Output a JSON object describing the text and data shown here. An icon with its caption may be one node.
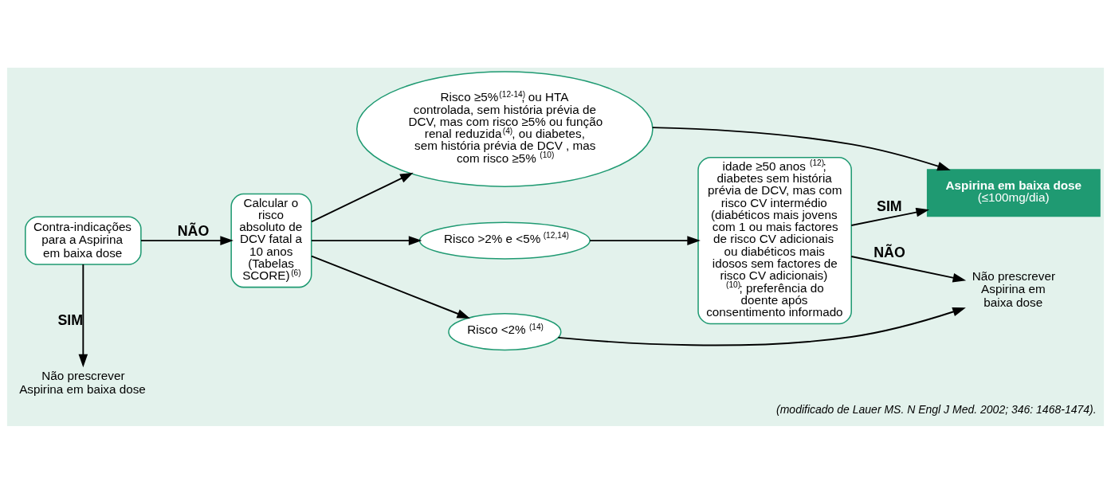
{
  "diagram": {
    "caption": "(modificado de Lauer MS. N Engl J Med. 2002; 346: 1468-1474).",
    "nodes": [
      {
        "text": [
          "Contra-indicações para a Aspirina em baixa dose"
        ]
      },
      {
        "text": [
          "Não prescrever Aspirina em baixa dose"
        ]
      },
      {
        "text": [
          "Calcular o risco absoluto de DCV fatal a 10 anos (Tabelas SCORE)$^{(6)}$"
        ]
      },
      {
        "text": [
          "Risco ≥5%$^{(12-14)}$, ou HTA controlada, sem história prévia de DCV, mas com risco ≥5% ou função renal reduzida$^{(4)}$, ou diabetes, sem história prévia de DCV , mas com risco ≥5% $^{(10)}$"
        ]
      },
      {
        "text": [
          "Risco >2% e <5% $^{(12,14)}$"
        ]
      },
      {
        "text": [
          "Risco <2% $^{(14)}$"
        ]
      },
      {
        "text": [
          "Aspirina em baixa dose",
          "(≤100mg/dia)"
        ]
      },
      {
        "text": [
          "idade ≥50 anos $^{(12)}$; diabetes sem história prévia de DCV, mas com risco CV intermédio (diabéticos mais jovens com 1 ou mais factores de risco CV adicionais ou diabéticos mais idosos sem factores de risco CV adicionais) $^{(10)}$; preferência do doente após consentimento informado"
        ]
      },
      {
        "text": [
          "Não prescrever Aspirina em baixa dose"
        ]
      }
    ],
    "edges": [
      {
        "from": 0,
        "to": 1,
        "arrow": "to",
        "label": "SIM"
      },
      {
        "from": 0,
        "to": 2,
        "arrow": "to",
        "label": "NÃO"
      },
      {
        "from": 2,
        "to": 3,
        "arrow": "to"
      },
      {
        "from": 2,
        "to": 4,
        "arrow": "to"
      },
      {
        "from": 2,
        "to": 5,
        "arrow": "to"
      },
      {
        "from": 3,
        "to": 6,
        "arrow": "to"
      },
      {
        "from": 4,
        "to": 7,
        "arrow": "to"
      },
      {
        "from": 7,
        "to": 6,
        "arrow": "to",
        "label": "SIM"
      },
      {
        "from": 7,
        "to": 8,
        "arrow": "to",
        "label": "NÃO"
      },
      {
        "from": 5,
        "to": 8,
        "arrow": "to"
      }
    ]
  }
}
